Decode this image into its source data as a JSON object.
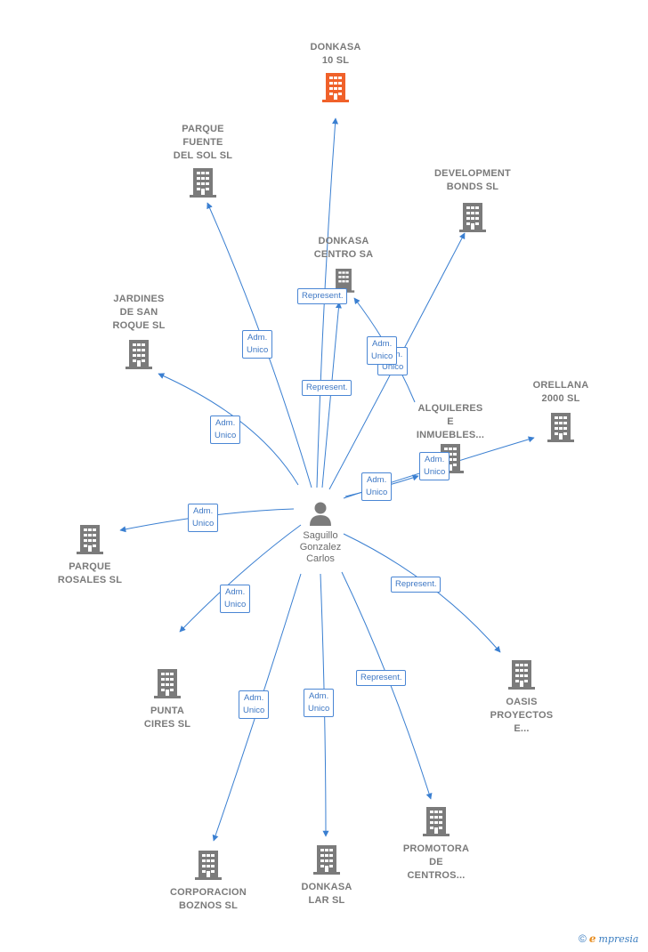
{
  "person": {
    "name": "Saguillo\nGonzalez\nCarlos",
    "icon": "person-icon"
  },
  "companies": [
    {
      "id": "donkasa10",
      "label": "DONKASA\n10 SL",
      "highlight": true
    },
    {
      "id": "parquefuente",
      "label": "PARQUE\nFUENTE\nDEL SOL SL"
    },
    {
      "id": "development",
      "label": "DEVELOPMENT\nBONDS SL"
    },
    {
      "id": "donkasacentro",
      "label": "DONKASA\nCENTRO SA"
    },
    {
      "id": "jardines",
      "label": "JARDINES\nDE SAN\nROQUE SL"
    },
    {
      "id": "orellana",
      "label": "ORELLANA\n2000 SL"
    },
    {
      "id": "alquileres",
      "label": "ALQUILERES\nE\nINMUEBLES..."
    },
    {
      "id": "parquerosales",
      "label": "PARQUE\nROSALES SL"
    },
    {
      "id": "punta",
      "label": "PUNTA\nCIRES SL"
    },
    {
      "id": "oasis",
      "label": "OASIS\nPROYECTOS\nE..."
    },
    {
      "id": "corporacion",
      "label": "CORPORACION\nBOZNOS SL"
    },
    {
      "id": "donkasalar",
      "label": "DONKASA\nLAR SL"
    },
    {
      "id": "promotora",
      "label": "PROMOTORA\nDE\nCENTROS..."
    }
  ],
  "relations": [
    {
      "id": "r1",
      "label": "Represent."
    },
    {
      "id": "r2",
      "label": "Adm.\nUnico"
    },
    {
      "id": "r3",
      "label": "Represent."
    },
    {
      "id": "r4",
      "label": "Adm.\nUnico"
    },
    {
      "id": "r5",
      "label": "Adm.\nUnico"
    },
    {
      "id": "r6",
      "label": "Adm.\nUnico"
    },
    {
      "id": "r7",
      "label": "Adm.\nUnico"
    },
    {
      "id": "r8",
      "label": "Adm.\nUnico"
    },
    {
      "id": "r9",
      "label": "Adm.\nUnico"
    },
    {
      "id": "r10",
      "label": "Represent."
    },
    {
      "id": "r11",
      "label": "Adm.\nUnico"
    },
    {
      "id": "r12",
      "label": "Adm.\nUnico"
    },
    {
      "id": "r13",
      "label": "Adm.\nUnico"
    },
    {
      "id": "r14",
      "label": "Represent."
    }
  ],
  "colors": {
    "edge": "#3a7fd1",
    "building": "#7b7b7b",
    "highlight": "#f0612a",
    "label": "#7a7a7a"
  },
  "brand": {
    "symbol": "©",
    "e": "e",
    "rest": "mpresia"
  }
}
